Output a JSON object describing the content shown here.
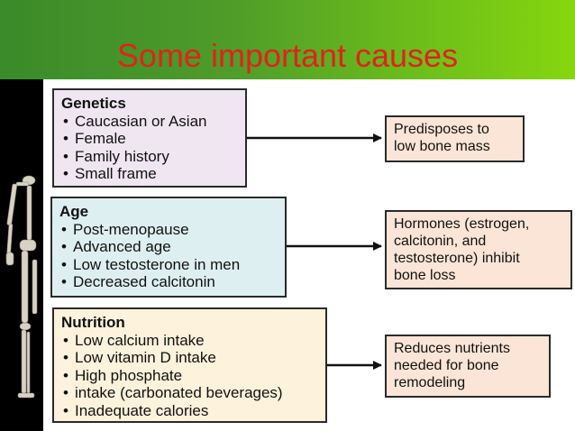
{
  "slide": {
    "title": "Some important causes"
  },
  "diagram": {
    "causes": [
      {
        "heading": "Genetics",
        "items": [
          "Caucasian or Asian",
          "Female",
          "Family history",
          "Small frame"
        ],
        "effect": [
          "Predisposes to",
          "low bone mass"
        ],
        "color": "#efe6f1"
      },
      {
        "heading": "Age",
        "items": [
          "Post-menopause",
          "Advanced age",
          "Low testosterone in men",
          "Decreased calcitonin"
        ],
        "effect": [
          "Hormones (estrogen,",
          "calcitonin, and",
          "testosterone) inhibit",
          "bone loss"
        ],
        "color": "#deeff1"
      },
      {
        "heading": "Nutrition",
        "items": [
          "Low calcium intake",
          "Low vitamin D intake",
          "High phosphate",
          "Inadequate calories"
        ],
        "item_continuation": "intake (carbonated beverages)",
        "effect": [
          "Reduces nutrients",
          "needed for bone",
          "remodeling"
        ],
        "color": "#fdf2db"
      }
    ],
    "effect_color": "#fbe5d6"
  }
}
